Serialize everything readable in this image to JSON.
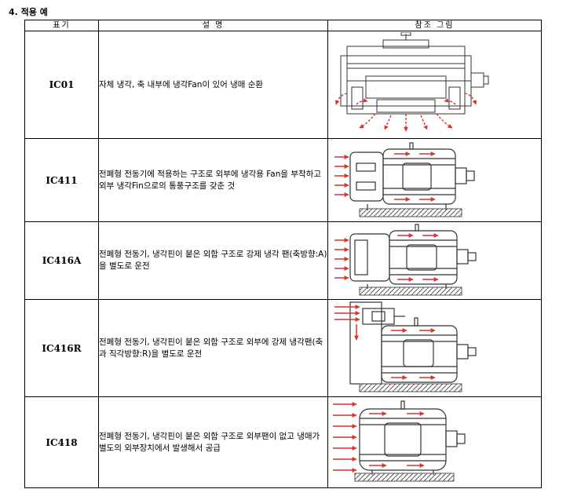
{
  "section": {
    "title": "4. 적용 예"
  },
  "table": {
    "headers": [
      "표기",
      "설 명",
      "참조 그림"
    ],
    "rows": [
      {
        "code": "IC01",
        "desc": "자체 냉각, 축 내부에 냉각Fan이 있어 냉매 순환"
      },
      {
        "code": "IC411",
        "desc": "전폐형 전동기에 적용하는 구조로 외부에 냉각용 Fan을 부착하고 외부 냉각Fin으로의 통풍구조를 갖춘 것"
      },
      {
        "code": "IC416A",
        "desc": "전폐형 전동기, 냉각핀이 붙은 외함 구조로 강제 냉각 팬(축방향:A)을 별도로 운전"
      },
      {
        "code": "IC416R",
        "desc": "전폐형 전동기, 냉각핀이 붙은 외함 구조로 외부에 강제 냉각팬(축과 직각방향:R)을 별도로 운전"
      },
      {
        "code": "IC418",
        "desc": "전폐형 전동기, 냉각핀이 붙은 외함 구조로 외부팬이 없고 냉매가 별도의 외부장치에서 발생해서 공급"
      }
    ]
  },
  "colors": {
    "arrow": "#d9342b",
    "line": "#333333"
  },
  "icons": [
    "motor-ic01-diagram",
    "motor-ic411-diagram",
    "motor-ic416a-diagram",
    "motor-ic416r-diagram",
    "motor-ic418-diagram"
  ]
}
